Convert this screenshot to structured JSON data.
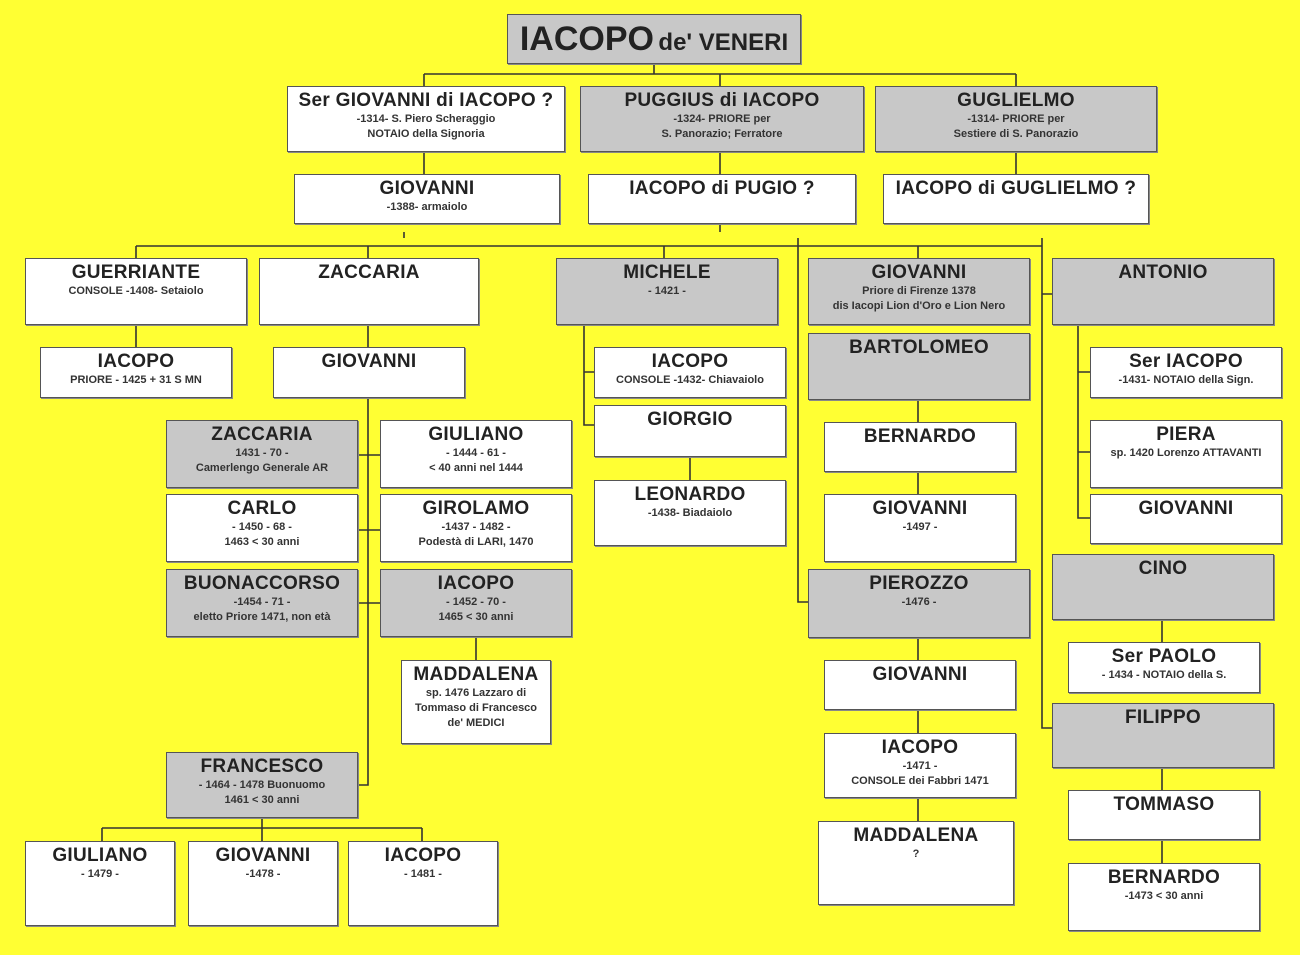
{
  "root": {
    "name": "IACOPO",
    "suffix": "de' VENERI"
  },
  "people": [
    {
      "id": "p_giovanni_ser",
      "name": "Ser GIOVANNI di IACOPO ?",
      "lines": [
        "-1314- S. Piero Scheraggio",
        "NOTAIO della Signoria"
      ]
    },
    {
      "id": "p_puggius",
      "name": "PUGGIUS di IACOPO",
      "lines": [
        "-1324- PRIORE per",
        "S. Panorazio; Ferratore"
      ]
    },
    {
      "id": "p_guglielmo",
      "name": "GUGLIELMO",
      "lines": [
        "-1314- PRIORE per",
        "Sestiere di S. Panorazio"
      ]
    },
    {
      "id": "p_giovanni_1388",
      "name": "GIOVANNI",
      "lines": [
        "-1388- armaiolo"
      ]
    },
    {
      "id": "p_iacopo_pugio",
      "name": "IACOPO di PUGIO ?",
      "lines": []
    },
    {
      "id": "p_iacopo_guglielmo",
      "name": "IACOPO di GUGLIELMO ?",
      "lines": []
    },
    {
      "id": "p_guerriante",
      "name": "GUERRIANTE",
      "lines": [
        "CONSOLE -1408- Setaiolo"
      ]
    },
    {
      "id": "p_zaccaria",
      "name": "ZACCARIA",
      "lines": []
    },
    {
      "id": "p_michele",
      "name": "MICHELE",
      "lines": [
        "- 1421 -"
      ]
    },
    {
      "id": "p_giovanni_priore",
      "name": "GIOVANNI",
      "lines": [
        "Priore di Firenze 1378",
        "dis Iacopi Lion d'Oro e Lion Nero"
      ]
    },
    {
      "id": "p_antonio",
      "name": "ANTONIO",
      "lines": []
    },
    {
      "id": "p_iacopo_1425",
      "name": "IACOPO",
      "lines": [
        "PRIORE - 1425 + 31 S MN"
      ]
    },
    {
      "id": "p_giovanni_z",
      "name": "GIOVANNI",
      "lines": []
    },
    {
      "id": "p_iacopo_1432",
      "name": "IACOPO",
      "lines": [
        "CONSOLE -1432- Chiavaiolo"
      ]
    },
    {
      "id": "p_bartolomeo",
      "name": "BARTOLOMEO",
      "lines": []
    },
    {
      "id": "p_ser_iacopo",
      "name": "Ser IACOPO",
      "lines": [
        "-1431- NOTAIO della Sign."
      ]
    },
    {
      "id": "p_zaccaria_1431",
      "name": "ZACCARIA",
      "lines": [
        "1431 - 70 -",
        "Camerlengo Generale AR"
      ]
    },
    {
      "id": "p_giuliano_1444",
      "name": "GIULIANO",
      "lines": [
        "- 1444 - 61 -",
        "< 40 anni nel 1444"
      ]
    },
    {
      "id": "p_giorgio",
      "name": "GIORGIO",
      "lines": []
    },
    {
      "id": "p_bernardo",
      "name": "BERNARDO",
      "lines": []
    },
    {
      "id": "p_piera",
      "name": "PIERA",
      "lines": [
        "sp. 1420 Lorenzo ATTAVANTI"
      ]
    },
    {
      "id": "p_leonardo",
      "name": "LEONARDO",
      "lines": [
        "-1438- Biadaiolo"
      ]
    },
    {
      "id": "p_carlo",
      "name": "CARLO",
      "lines": [
        "- 1450 - 68 -",
        "1463 < 30 anni"
      ]
    },
    {
      "id": "p_girolamo",
      "name": "GIROLAMO",
      "lines": [
        "-1437 - 1482 -",
        "Podestà di LARI, 1470"
      ]
    },
    {
      "id": "p_giovanni_1497",
      "name": "GIOVANNI",
      "lines": [
        "-1497 -"
      ]
    },
    {
      "id": "p_giovanni_a",
      "name": "GIOVANNI",
      "lines": []
    },
    {
      "id": "p_buonaccorso",
      "name": "BUONACCORSO",
      "lines": [
        "-1454 - 71 -",
        "eletto Priore 1471, non età"
      ]
    },
    {
      "id": "p_iacopo_1452",
      "name": "IACOPO",
      "lines": [
        "- 1452 - 70 -",
        "1465 < 30 anni"
      ]
    },
    {
      "id": "p_pierozzo",
      "name": "PIEROZZO",
      "lines": [
        "-1476 -"
      ]
    },
    {
      "id": "p_cino",
      "name": "CINO",
      "lines": []
    },
    {
      "id": "p_maddalena_1",
      "name": "MADDALENA",
      "lines": [
        "sp. 1476 Lazzaro di",
        "Tommaso di Francesco",
        "de' MEDICI"
      ]
    },
    {
      "id": "p_giovanni_p",
      "name": "GIOVANNI",
      "lines": []
    },
    {
      "id": "p_ser_paolo",
      "name": "Ser PAOLO",
      "lines": [
        "- 1434 - NOTAIO della S."
      ]
    },
    {
      "id": "p_filippo",
      "name": "FILIPPO",
      "lines": []
    },
    {
      "id": "p_iacopo_1471",
      "name": "IACOPO",
      "lines": [
        "-1471 -",
        "CONSOLE dei Fabbri 1471"
      ]
    },
    {
      "id": "p_francesco",
      "name": "FRANCESCO",
      "lines": [
        "- 1464 - 1478 Buonuomo",
        "1461 < 30 anni"
      ]
    },
    {
      "id": "p_tommaso",
      "name": "TOMMASO",
      "lines": []
    },
    {
      "id": "p_maddalena_2",
      "name": "MADDALENA",
      "lines": [
        "?"
      ]
    },
    {
      "id": "p_bernardo_1473",
      "name": "BERNARDO",
      "lines": [
        "-1473 < 30 anni"
      ]
    },
    {
      "id": "p_giuliano_1479",
      "name": "GIULIANO",
      "lines": [
        "- 1479 -"
      ]
    },
    {
      "id": "p_giovanni_1478",
      "name": "GIOVANNI",
      "lines": [
        "-1478 -"
      ]
    },
    {
      "id": "p_iacopo_1481",
      "name": "IACOPO",
      "lines": [
        "- 1481 -"
      ]
    }
  ]
}
